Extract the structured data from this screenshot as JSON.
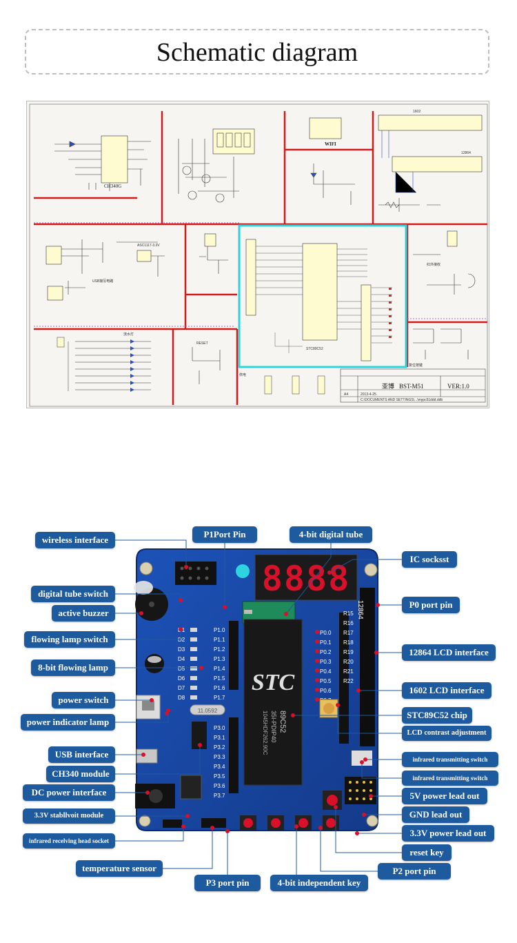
{
  "header": {
    "title": "Schematic diagram"
  },
  "schematic": {
    "wifi_label": "WIFI",
    "infrared_receive": "红外接收",
    "usb_circuit": "USB接写电路",
    "flowing_lamp": "流水灯",
    "power_supply": "供电",
    "reset_key": "复位按键",
    "reset": "RESET",
    "title_block": {
      "company": "亚博",
      "model": "BST-M51",
      "revision_label": "VER:1.0",
      "size": "A4",
      "date": "2013-4-25",
      "file": "C:\\DOCUMENTS AND SETTINGS\\...\\mypc51ddd.ddb"
    },
    "ic_labels": [
      "CH340G",
      "ASC1117-3.3V",
      "STC89C52",
      "1602",
      "12864"
    ]
  },
  "callouts": {
    "left": [
      "wireless interface",
      "digital tube switch",
      "active buzzer",
      "flowing lamp switch",
      "8-bit flowing lamp",
      "power switch",
      "power indicator lamp",
      "USB interface",
      "CH340 module",
      "DC power interface",
      "3.3V stabllvoit module",
      "infrared recelving head socket",
      "temperature sensor"
    ],
    "top": [
      "P1Port Pin",
      "4-bit digital tube"
    ],
    "right": [
      "IC socksst",
      "P0 port pin",
      "12864 LCD interface",
      "1602 LCD interface",
      "STC89C52 chip",
      "LCD contrast adjustment",
      "infrared transmitting switch",
      "infrared transmitting switch",
      "5V power lead out",
      "GND lead out",
      "3.3V power lead out",
      "reset key",
      "P2 port pin"
    ],
    "bottom": [
      "P3 port pin",
      "4-bit independent key"
    ]
  },
  "board": {
    "digits": "8888",
    "chip_brand": "STC",
    "chip_model": "89C52",
    "chip_text2": "35I-PDIP40",
    "chip_text3": "1045HDF262.90C",
    "p0_pins": [
      "P0.0",
      "P0.1",
      "P0.2",
      "P0.3",
      "P0.4",
      "P0.5",
      "P0.6",
      "P0.7"
    ],
    "p1_pins": [
      "P1.0",
      "P1.1",
      "P1.2",
      "P1.3",
      "P1.4",
      "P1.5",
      "P1.6",
      "P1.7"
    ],
    "p3_pins": [
      "P3.0",
      "P3.1",
      "P3.2",
      "P3.3",
      "P3.4",
      "P3.5",
      "P3.6",
      "P3.7"
    ],
    "resistors": [
      "R15",
      "R16",
      "R17",
      "R18",
      "R19",
      "R20",
      "R21",
      "R22"
    ],
    "lamps": [
      "D1",
      "D2",
      "D3",
      "D4",
      "D5",
      "D6",
      "D7",
      "D8"
    ],
    "lcd_label": "12864",
    "crystal": "11.0592",
    "colors": {
      "pcb": "#1a44a0",
      "label_bg": "#1e5a9e",
      "accent_red": "#d8102a",
      "cyan": "#2ed3e0"
    }
  }
}
